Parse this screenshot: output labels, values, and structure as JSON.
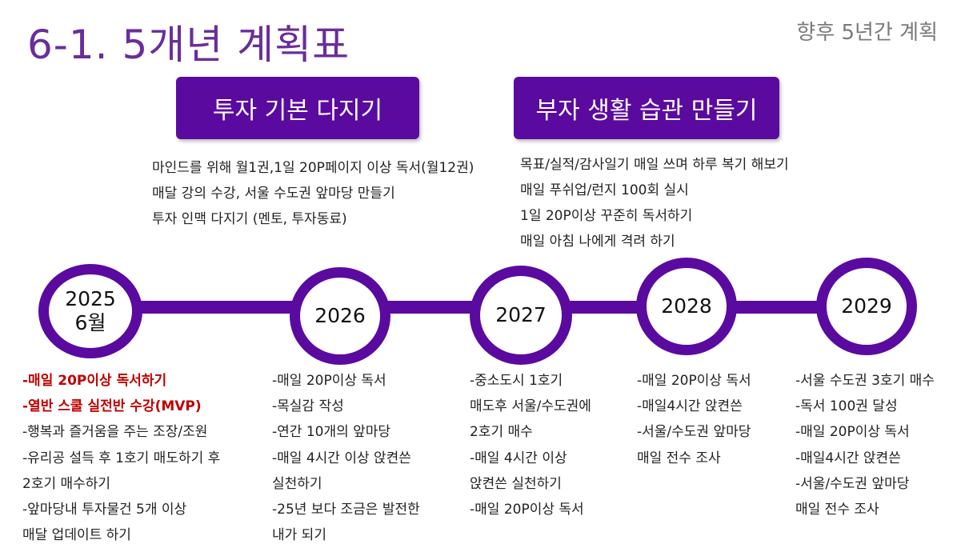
{
  "title": "6-1. 5개년 계획표",
  "subtitle": "향후 5년간 계획",
  "banners": [
    "투자 기본 다지기",
    "부자 생활 습관 만들기"
  ],
  "goals_left": [
    "마인드를 위해 월1권,1일 20P페이지 이상 독서(월12권)",
    "매달 강의 수강, 서울 수도권 앞마당 만들기",
    "투자 인맥 다지기 (멘토, 투자동료)"
  ],
  "goals_right": [
    "목표/실적/감사일기 매일 쓰며 하루 복기 해보기",
    "매일 푸쉬업/런지 100회 실시",
    "1일 20P이상 꾸준히 독서하기",
    "매일 아침 나에게 격려 하기"
  ],
  "years": [
    {
      "line1": "2025",
      "line2": "6월"
    },
    {
      "line1": "2026",
      "line2": ""
    },
    {
      "line1": "2027",
      "line2": ""
    },
    {
      "line1": "2028",
      "line2": ""
    },
    {
      "line1": "2029",
      "line2": ""
    }
  ],
  "columns": [
    [
      "-매일 20P이상 독서하기",
      "-열반 스쿨 실전반 수강(MVP)",
      "-행복과 즐거움을 주는 조장/조원",
      "-유리공 설득 후 1호기 매도하기 후",
      "2호기 매수하기",
      "-앞마당내 투자물건 5개 이상",
      "매달 업데이트 하기"
    ],
    [
      "-매일 20P이상 독서",
      "-목실감 작성",
      "-연간 10개의 앞마당",
      "-매일 4시간 이상 앉켠쓴",
      "실천하기",
      "-25년 보다 조금은 발전한",
      "내가 되기"
    ],
    [
      "-중소도시 1호기",
      "매도후 서울/수도권에",
      "2호기 매수",
      "-매일 4시간 이상",
      "앉켠쓴 실천하기",
      "-매일 20P이상 독서"
    ],
    [
      "-매일 20P이상 독서",
      "-매일4시간 앉켠쓴",
      "-서울/수도권 앞마당",
      "매일 전수 조사"
    ],
    [
      "-서울 수도권 3호기 매수",
      "-독서 100권 달성",
      "-매일 20P이상 독서",
      "-매일4시간 앉켠쓴",
      "-서울/수도권 앞마당",
      "매일 전수 조사"
    ]
  ],
  "colors": {
    "accent": "#5b0aa0",
    "title": "#6a2d9a",
    "highlight": "#c00000"
  }
}
